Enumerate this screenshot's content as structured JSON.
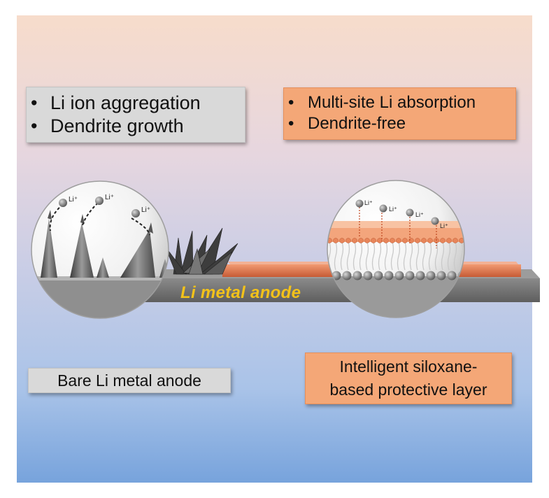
{
  "top_left_box": {
    "items": [
      "Li ion aggregation",
      "Dendrite growth"
    ]
  },
  "top_right_box": {
    "items": [
      "Multi-site Li absorption",
      "Dendrite-free"
    ]
  },
  "bottom_left_label": "Bare Li metal anode",
  "bottom_right_label": {
    "line1": "Intelligent siloxane-",
    "line2": "based protective layer"
  },
  "anode_label": "Li metal anode",
  "ion_label": "Li⁺",
  "colors": {
    "gray_box": "#d9d9d9",
    "orange_box": "#f4a777",
    "anode_text": "#f3c21a",
    "protective_layer": "#d9714a"
  }
}
